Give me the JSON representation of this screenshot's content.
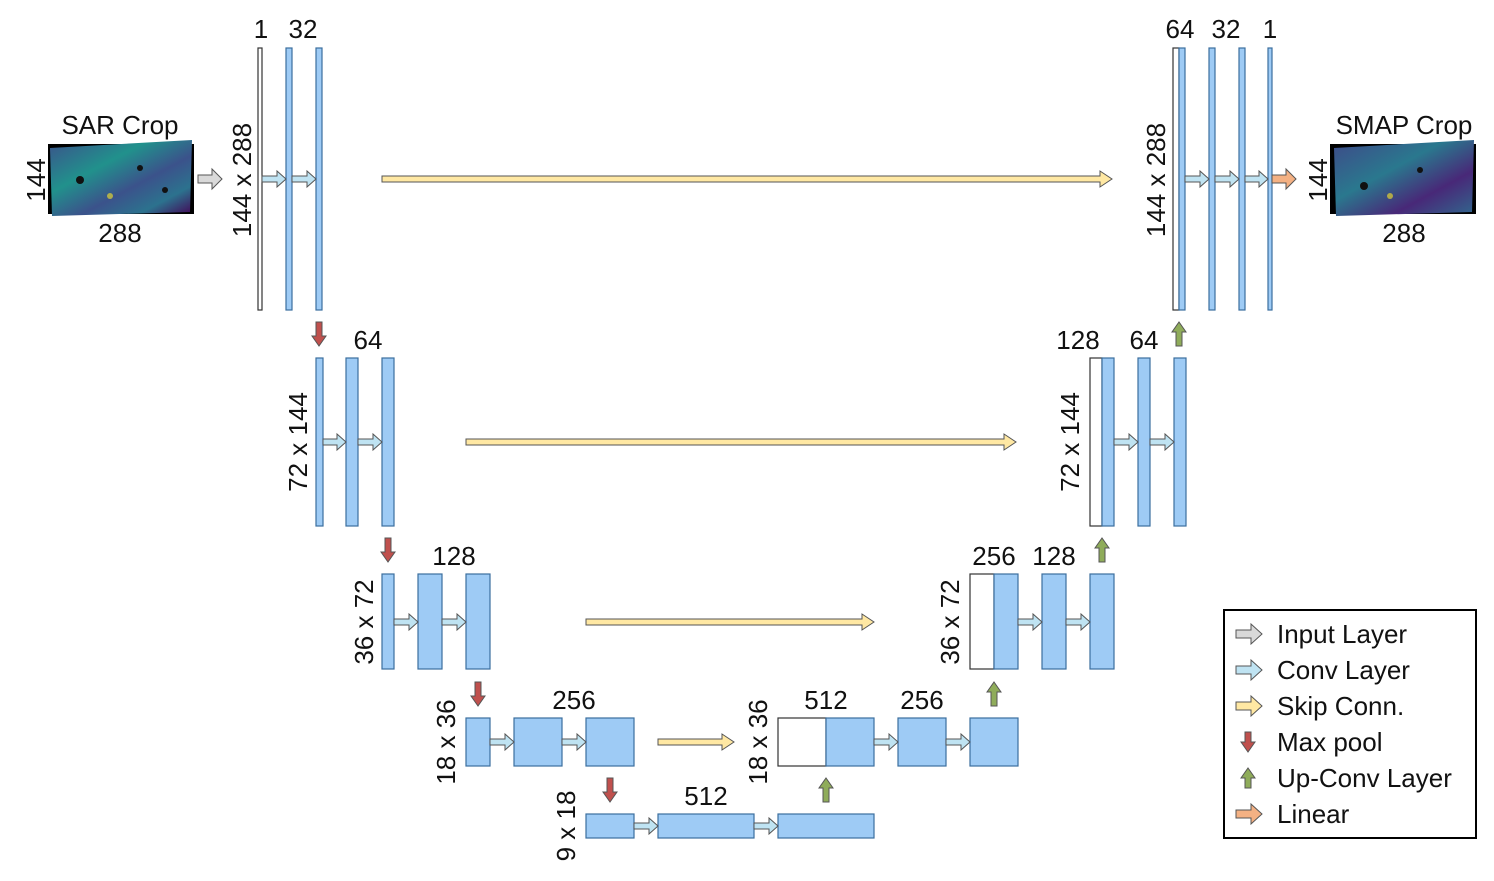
{
  "input": {
    "title": "SAR Crop",
    "height": "144",
    "width": "288"
  },
  "output": {
    "title": "SMAP Crop",
    "height": "144",
    "width": "288"
  },
  "channels": {
    "enc1_a": "1",
    "enc1_b": "32",
    "enc2": "64",
    "enc3": "128",
    "enc4": "256",
    "bottleneck": "512",
    "dec4_a": "512",
    "dec4_b": "256",
    "dec3_a": "256",
    "dec3_b": "128",
    "dec2_a": "128",
    "dec2_b": "64",
    "dec1_a": "64",
    "dec1_b": "32",
    "dec1_c": "1"
  },
  "dims": {
    "l1": "144 x 288",
    "l2": "72 x 144",
    "l3": "36 x 72",
    "l4": "18 x 36",
    "l5": "9 x 18",
    "r4": "18 x 36",
    "r3": "36 x 72",
    "r2": "72 x 144",
    "r1": "144 x 288"
  },
  "legend": {
    "items": [
      {
        "label": "Input Layer",
        "color": "#d9d9d9"
      },
      {
        "label": "Conv Layer",
        "color": "#bfe3f2"
      },
      {
        "label": "Skip Conn.",
        "color": "#ffe8a3"
      },
      {
        "label": "Max pool",
        "color": "#c0504d"
      },
      {
        "label": "Up-Conv Layer",
        "color": "#8fac5a"
      },
      {
        "label": "Linear",
        "color": "#f4b183"
      }
    ]
  },
  "colors": {
    "feature_map": "#9ecbf5",
    "input_arrow": "#d9d9d9",
    "conv_arrow": "#bfe3f2",
    "skip_arrow": "#ffe8a3",
    "maxpool_arrow": "#c0504d",
    "upconv_arrow": "#8fac5a",
    "linear_arrow": "#f4b183"
  }
}
